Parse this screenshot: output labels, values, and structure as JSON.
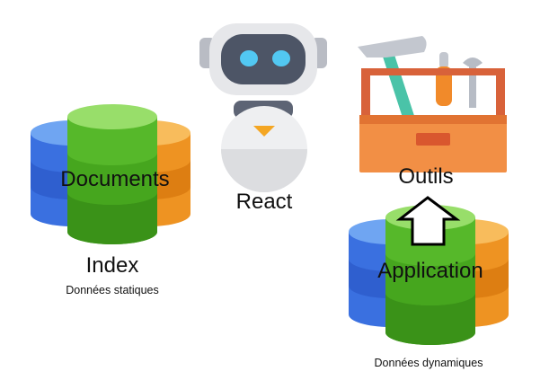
{
  "left_database": {
    "overlay_label": "Documents",
    "title": "Index",
    "caption": "Données statiques",
    "colors": {
      "left": "#4a86e8",
      "center": "#5cc42e",
      "right": "#f29b2a"
    }
  },
  "robot": {
    "label": "React",
    "icon": "robot-icon"
  },
  "toolbox": {
    "label": "Outils",
    "icon": "toolbox-icon",
    "color": "#f0883a"
  },
  "right_database": {
    "overlay_label": "Application",
    "caption": "Données dynamiques",
    "arrow": "up-arrow-icon"
  }
}
